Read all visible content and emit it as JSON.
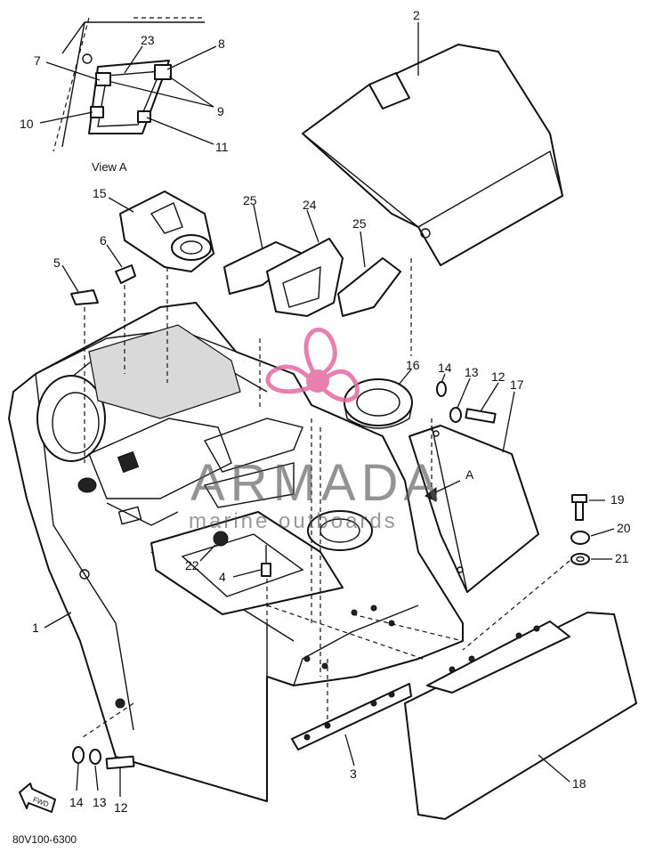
{
  "diagram": {
    "view_label": "View A",
    "section_arrow_label": "A",
    "drawing_code": "80V100-6300",
    "fwd_label": "FWD"
  },
  "callouts": {
    "c1": "1",
    "c2": "2",
    "c3": "3",
    "c4": "4",
    "c5": "5",
    "c6": "6",
    "c7": "7",
    "c8": "8",
    "c9": "9",
    "c10": "10",
    "c11": "11",
    "c12a": "12",
    "c12b": "12",
    "c13a": "13",
    "c13b": "13",
    "c14a": "14",
    "c14b": "14",
    "c15": "15",
    "c16": "16",
    "c17": "17",
    "c18": "18",
    "c19": "19",
    "c20": "20",
    "c21": "21",
    "c22": "22",
    "c23": "23",
    "c24": "24",
    "c25a": "25",
    "c25b": "25"
  },
  "watermark": {
    "brand": "ARMADA",
    "tagline": "marine outboards",
    "brand_color": "#333333",
    "logo_color": "#e36aa0"
  }
}
